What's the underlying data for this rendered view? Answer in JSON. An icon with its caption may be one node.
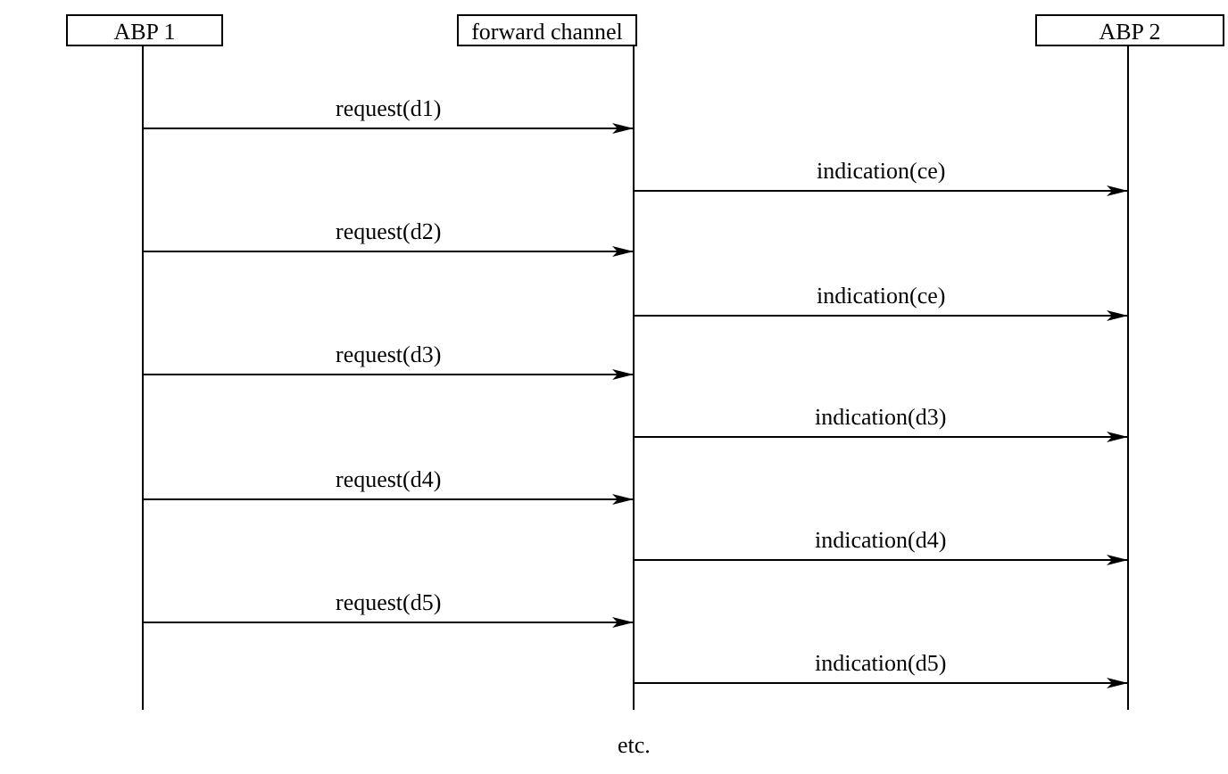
{
  "diagram": {
    "nodes": [
      {
        "text": [
          "ABP 1"
        ]
      },
      {
        "text": [
          "forward channel"
        ]
      },
      {
        "text": [
          "ABP 2"
        ]
      }
    ],
    "edges": [
      {
        "from": 0,
        "to": 1,
        "arrow": "to",
        "label": "request(d1)"
      },
      {
        "from": 1,
        "to": 2,
        "arrow": "to",
        "label": "indication(ce)"
      },
      {
        "from": 0,
        "to": 1,
        "arrow": "to",
        "label": "request(d2)"
      },
      {
        "from": 1,
        "to": 2,
        "arrow": "to",
        "label": "indication(ce)"
      },
      {
        "from": 0,
        "to": 1,
        "arrow": "to",
        "label": "request(d3)"
      },
      {
        "from": 1,
        "to": 2,
        "arrow": "to",
        "label": "indication(d3)"
      },
      {
        "from": 0,
        "to": 1,
        "arrow": "to",
        "label": "request(d4)"
      },
      {
        "from": 1,
        "to": 2,
        "arrow": "to",
        "label": "indication(d4)"
      },
      {
        "from": 0,
        "to": 1,
        "arrow": "to",
        "label": "request(d5)"
      },
      {
        "from": 1,
        "to": 2,
        "arrow": "to",
        "label": "indication(d5)"
      }
    ],
    "labels": [
      "etc."
    ]
  }
}
